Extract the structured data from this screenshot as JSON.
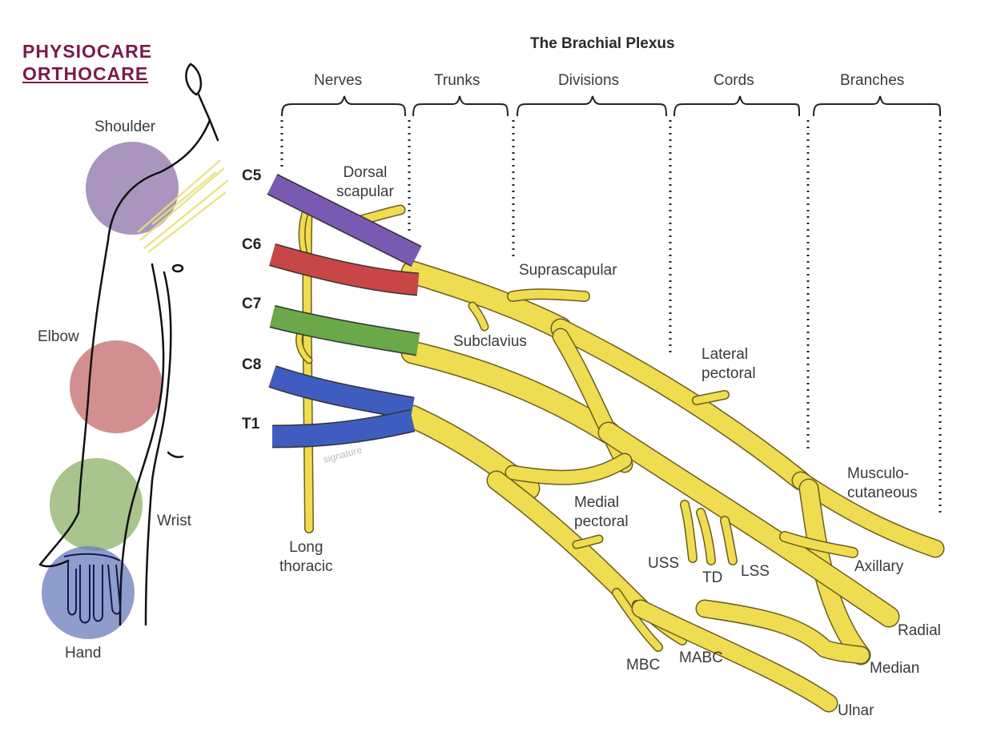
{
  "logo": {
    "line1": "PHYSIOCARE",
    "line2": "ORTHOCARE",
    "color": "#7a1a4a"
  },
  "title": "The Brachial Plexus",
  "sections": [
    "Nerves",
    "Trunks",
    "Divisions",
    "Cords",
    "Branches"
  ],
  "body_regions": [
    {
      "label": "Shoulder",
      "color": "#8c72a8"
    },
    {
      "label": "Elbow",
      "color": "#c46a6a"
    },
    {
      "label": "Wrist",
      "color": "#8cb066"
    },
    {
      "label": "Hand",
      "color": "#6a7cbc"
    }
  ],
  "roots": [
    {
      "label": "C5",
      "color": "#7a5ab0"
    },
    {
      "label": "C6",
      "color": "#c94646"
    },
    {
      "label": "C7",
      "color": "#6aa84a"
    },
    {
      "label": "C8",
      "color": "#3f5cc0"
    },
    {
      "label": "T1",
      "color": "#3f5cc0"
    }
  ],
  "nerve_color": "#f0dc50",
  "nerve_outline": "#6b5e20",
  "branch_labels": {
    "dorsal_scapular": [
      "Dorsal",
      "scapular"
    ],
    "suprascapular": "Suprascapular",
    "subclavius": "Subclavius",
    "lateral_pectoral": [
      "Lateral",
      "pectoral"
    ],
    "long_thoracic": [
      "Long",
      "thoracic"
    ],
    "medial_pectoral": [
      "Medial",
      "pectoral"
    ],
    "musculocutaneous": [
      "Musculo-",
      "cutaneous"
    ],
    "axillary": "Axillary",
    "uss": "USS",
    "td": "TD",
    "lss": "LSS",
    "radial": "Radial",
    "median": "Median",
    "mbc": "MBC",
    "mabc": "MABC",
    "ulnar": "Ulnar"
  }
}
